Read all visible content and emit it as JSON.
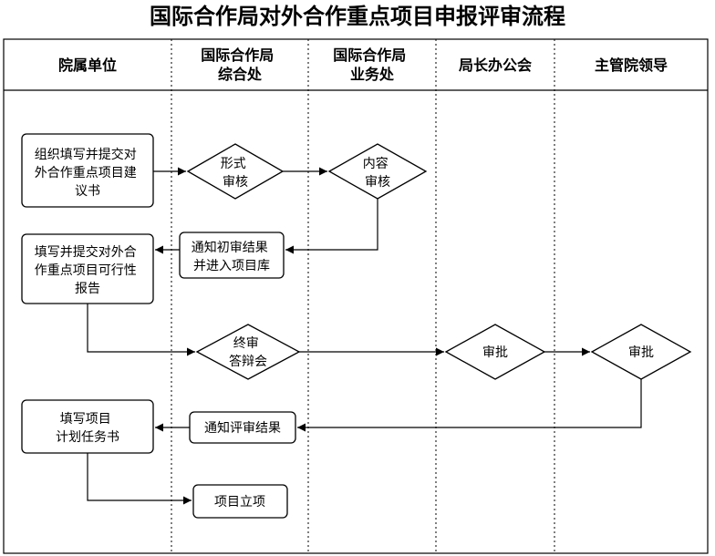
{
  "title": "国际合作局对外合作重点项目申报评审流程",
  "lanes": [
    {
      "lines": [
        "院属单位"
      ]
    },
    {
      "lines": [
        "国际合作局",
        "综合处"
      ]
    },
    {
      "lines": [
        "国际合作局",
        "业务处"
      ]
    },
    {
      "lines": [
        "局长办公会"
      ]
    },
    {
      "lines": [
        "主管院领导"
      ]
    }
  ],
  "nodes": {
    "proposal": {
      "lines": [
        "组织填写并提交对",
        "外合作重点项目建",
        "议书"
      ]
    },
    "formal_review": {
      "lines": [
        "形式",
        "审核"
      ]
    },
    "content_review": {
      "lines": [
        "内容",
        "审核"
      ]
    },
    "notify_initial": {
      "lines": [
        "通知初审结果",
        "并进入项目库"
      ]
    },
    "feasibility": {
      "lines": [
        "填写并提交对外合",
        "作重点项目可行性",
        "报告"
      ]
    },
    "final_defense": {
      "lines": [
        "终审",
        "答辩会"
      ]
    },
    "approve_office": {
      "lines": [
        "审批"
      ]
    },
    "approve_leader": {
      "lines": [
        "审批"
      ]
    },
    "notify_result": {
      "lines": [
        "通知评审结果"
      ]
    },
    "task_book": {
      "lines": [
        "填写项目",
        "计划任务书"
      ]
    },
    "establish": {
      "lines": [
        "项目立项"
      ]
    }
  },
  "colors": {
    "stroke": "#000000",
    "background": "#ffffff"
  }
}
